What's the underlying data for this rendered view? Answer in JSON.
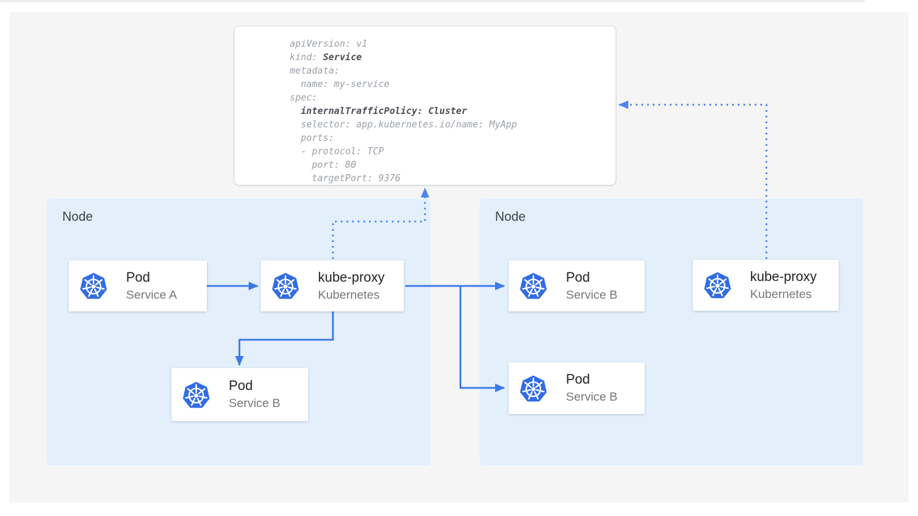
{
  "colors": {
    "panel_bg": "#f5f5f6",
    "node_bg": "#e3f0fc",
    "arrow": "#3b78e8",
    "dotted": "#4e86ec",
    "k8s_blue": "#326ce5",
    "code_normal": "#9aa0a6",
    "code_bold": "#4a4f55"
  },
  "yaml_card": {
    "lines": [
      {
        "indent": 0,
        "segments": [
          {
            "text": "apiVersion: v1",
            "bold": false
          }
        ]
      },
      {
        "indent": 0,
        "segments": [
          {
            "text": "kind: ",
            "bold": false
          },
          {
            "text": "Service",
            "bold": true
          }
        ]
      },
      {
        "indent": 0,
        "segments": [
          {
            "text": "metadata:",
            "bold": false
          }
        ]
      },
      {
        "indent": 1,
        "segments": [
          {
            "text": "name: my-service",
            "bold": false
          }
        ]
      },
      {
        "indent": 0,
        "segments": [
          {
            "text": "spec:",
            "bold": false
          }
        ]
      },
      {
        "indent": 1,
        "segments": [
          {
            "text": "internalTrafficPolicy: Cluster",
            "bold": true
          }
        ]
      },
      {
        "indent": 1,
        "segments": [
          {
            "text": "selector: app.kubernetes.io/name: MyApp",
            "bold": false
          }
        ]
      },
      {
        "indent": 1,
        "segments": [
          {
            "text": "ports:",
            "bold": false
          }
        ]
      },
      {
        "indent": 1,
        "segments": [
          {
            "text": "- protocol: TCP",
            "bold": false
          }
        ]
      },
      {
        "indent": 2,
        "segments": [
          {
            "text": "port: 80",
            "bold": false
          }
        ]
      },
      {
        "indent": 2,
        "segments": [
          {
            "text": "targetPort: 9376",
            "bold": false
          }
        ]
      }
    ]
  },
  "nodes": [
    {
      "id": "node-left",
      "label": "Node"
    },
    {
      "id": "node-right",
      "label": "Node"
    }
  ],
  "cards": [
    {
      "id": "pod-service-a",
      "title": "Pod",
      "subtitle": "Service A"
    },
    {
      "id": "kube-proxy-left",
      "title": "kube-proxy",
      "subtitle": "Kubernetes"
    },
    {
      "id": "pod-service-b-left",
      "title": "Pod",
      "subtitle": "Service B"
    },
    {
      "id": "pod-service-b-right1",
      "title": "Pod",
      "subtitle": "Service B"
    },
    {
      "id": "pod-service-b-right2",
      "title": "Pod",
      "subtitle": "Service B"
    },
    {
      "id": "kube-proxy-right",
      "title": "kube-proxy",
      "subtitle": "Kubernetes"
    }
  ]
}
